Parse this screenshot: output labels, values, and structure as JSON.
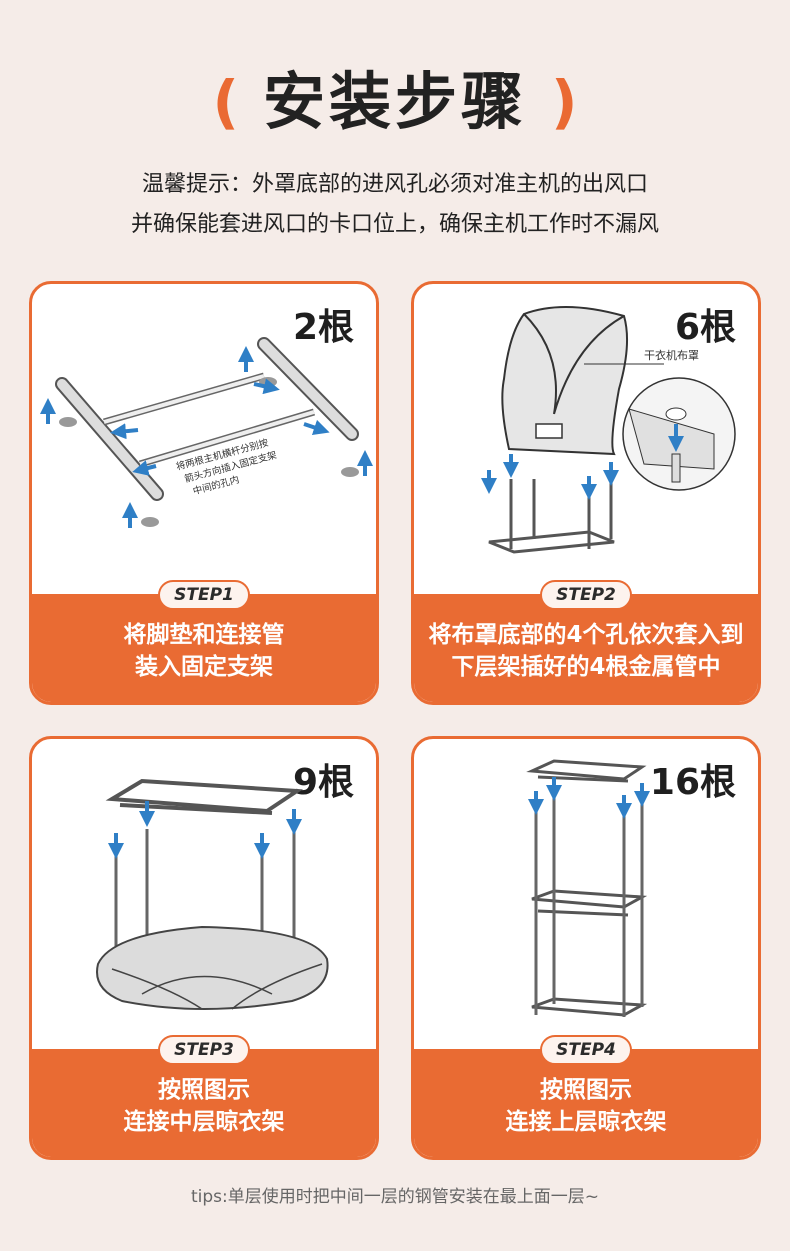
{
  "title": {
    "open_paren": "(",
    "text": "安装步骤",
    "close_paren": ")"
  },
  "hint": {
    "line1": "温馨提示：外罩底部的进风孔必须对准主机的出风口",
    "line2": "并确保能套进风口的卡口位上，确保主机工作时不漏风"
  },
  "steps": [
    {
      "badge": "STEP1",
      "count": "2根",
      "lines": [
        "将脚垫和连接管",
        "装入固定支架"
      ],
      "annotation": [
        "将两根主机横杆分别按",
        "箭头方向插入固定支架",
        "中间的孔内"
      ]
    },
    {
      "badge": "STEP2",
      "count": "6根",
      "lines": [
        "将布罩底部的4个孔依次套入到",
        "下层架插好的4根金属管中"
      ],
      "annotation": [
        "干衣机布罩"
      ]
    },
    {
      "badge": "STEP3",
      "count": "9根",
      "lines": [
        "按照图示",
        "连接中层晾衣架"
      ]
    },
    {
      "badge": "STEP4",
      "count": "16根",
      "lines": [
        "按照图示",
        "连接上层晾衣架"
      ]
    }
  ],
  "tips": "tips:单层使用时把中间一层的钢管安装在最上面一层~",
  "colors": {
    "accent": "#e96b33",
    "background": "#f5ece8",
    "arrow": "#2f7fc6"
  }
}
